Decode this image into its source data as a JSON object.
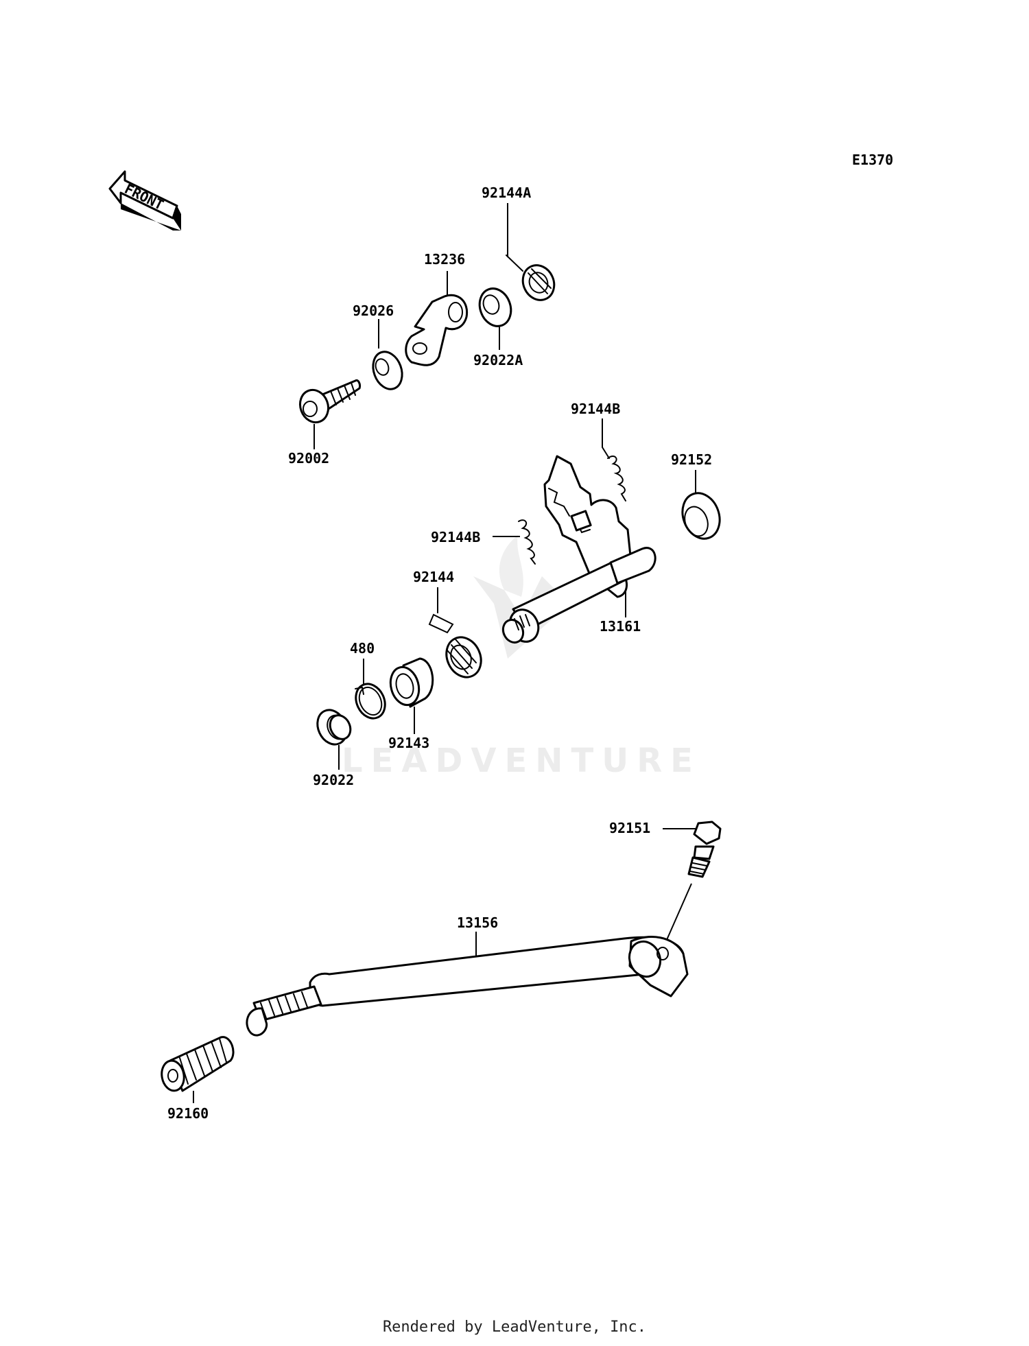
{
  "diagram_code": "E1370",
  "front_label": "FRONT",
  "watermark": "LEADVENTURE",
  "footer": "Rendered by LeadVenture, Inc.",
  "parts": {
    "p92144A": "92144A",
    "p13236": "13236",
    "p92026": "92026",
    "p92022A": "92022A",
    "p92002": "92002",
    "p92144B_top": "92144B",
    "p92152": "92152",
    "p92144B_mid": "92144B",
    "p92144": "92144",
    "p13161": "13161",
    "p480": "480",
    "p92143": "92143",
    "p92022": "92022",
    "p92151": "92151",
    "p13156": "13156",
    "p92160": "92160"
  }
}
